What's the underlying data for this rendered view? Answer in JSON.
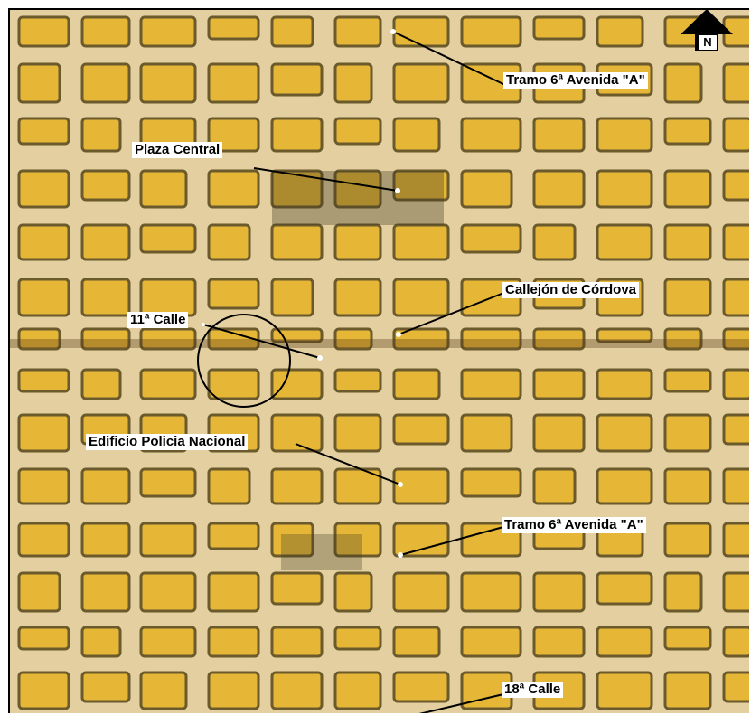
{
  "map": {
    "north_label": "N",
    "circle_annotation": true,
    "colors": {
      "paper": "#e3cfa0",
      "block_fill": "#e6b737",
      "block_edge": "#6b5a2c",
      "label_bg": "#ffffff",
      "leader_line": "#000000"
    },
    "labels": [
      {
        "id": "tramo-6a-avenida-a-top",
        "text": "Tramo 6ª Avenida \"A\""
      },
      {
        "id": "plaza-central",
        "text": "Plaza Central"
      },
      {
        "id": "callejon-de-cordova",
        "text": "Callejón de Córdova"
      },
      {
        "id": "11a-calle",
        "text": "11ª Calle"
      },
      {
        "id": "edificio-policia-nacional",
        "text": "Edificio Policia Nacional"
      },
      {
        "id": "tramo-6a-avenida-a-bottom",
        "text": "Tramo 6ª Avenida \"A\""
      },
      {
        "id": "18a-calle",
        "text": "18ª Calle"
      }
    ]
  }
}
